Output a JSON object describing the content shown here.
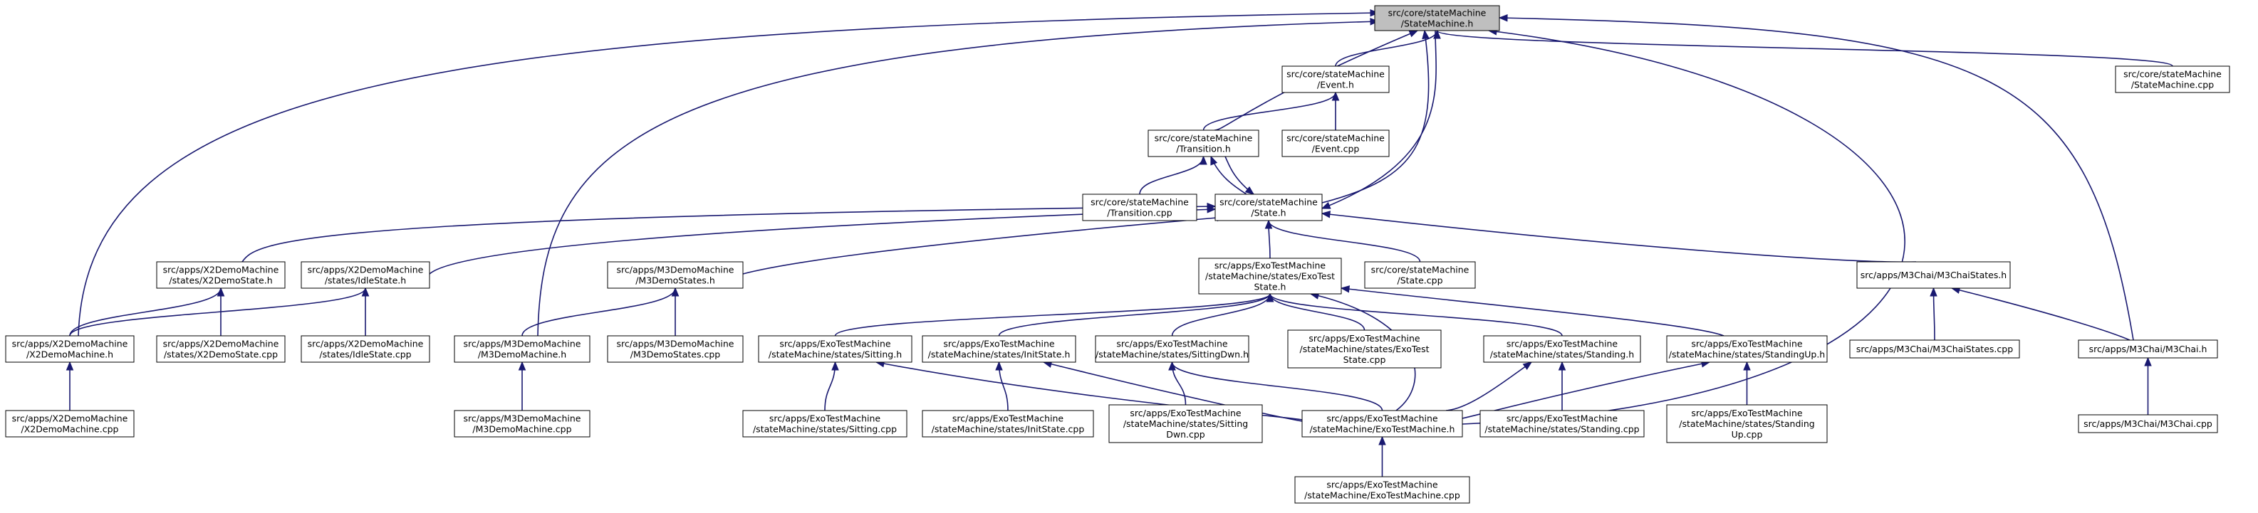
{
  "diagram": {
    "type": "include-dependency-graph",
    "colors": {
      "edge": "#191970",
      "node_border": "#000000",
      "node_fill": "#ffffff",
      "root_fill": "#bfbfbf"
    },
    "nodes": [
      {
        "id": "n0",
        "lines": [
          "src/core/stateMachine",
          "/StateMachine.h"
        ],
        "root": true
      },
      {
        "id": "n1",
        "lines": [
          "src/core/stateMachine",
          "/Event.h"
        ]
      },
      {
        "id": "n2",
        "lines": [
          "src/core/stateMachine",
          "/StateMachine.cpp"
        ]
      },
      {
        "id": "n3",
        "lines": [
          "src/core/stateMachine",
          "/Transition.h"
        ]
      },
      {
        "id": "n4",
        "lines": [
          "src/core/stateMachine",
          "/Event.cpp"
        ]
      },
      {
        "id": "n5",
        "lines": [
          "src/core/stateMachine",
          "/Transition.cpp"
        ]
      },
      {
        "id": "n6",
        "lines": [
          "src/core/stateMachine",
          "/State.h"
        ]
      },
      {
        "id": "n7",
        "lines": [
          "src/apps/X2DemoMachine",
          "/states/X2DemoState.h"
        ]
      },
      {
        "id": "n8",
        "lines": [
          "src/apps/X2DemoMachine",
          "/states/IdleState.h"
        ]
      },
      {
        "id": "n9",
        "lines": [
          "src/apps/M3DemoMachine",
          "/M3DemoStates.h"
        ]
      },
      {
        "id": "n10",
        "lines": [
          "src/apps/ExoTestMachine",
          "/stateMachine/states/ExoTest",
          "State.h"
        ]
      },
      {
        "id": "n11",
        "lines": [
          "src/core/stateMachine",
          "/State.cpp"
        ]
      },
      {
        "id": "n12",
        "lines": [
          "src/apps/M3Chai/M3ChaiStates.h"
        ]
      },
      {
        "id": "n13",
        "lines": [
          "src/apps/X2DemoMachine",
          "/X2DemoMachine.h"
        ]
      },
      {
        "id": "n14",
        "lines": [
          "src/apps/X2DemoMachine",
          "/states/X2DemoState.cpp"
        ]
      },
      {
        "id": "n15",
        "lines": [
          "src/apps/X2DemoMachine",
          "/states/IdleState.cpp"
        ]
      },
      {
        "id": "n16",
        "lines": [
          "src/apps/M3DemoMachine",
          "/M3DemoMachine.h"
        ]
      },
      {
        "id": "n17",
        "lines": [
          "src/apps/M3DemoMachine",
          "/M3DemoStates.cpp"
        ]
      },
      {
        "id": "n18",
        "lines": [
          "src/apps/ExoTestMachine",
          "/stateMachine/states/Sitting.h"
        ]
      },
      {
        "id": "n19",
        "lines": [
          "src/apps/ExoTestMachine",
          "/stateMachine/states/InitState.h"
        ]
      },
      {
        "id": "n20",
        "lines": [
          "src/apps/ExoTestMachine",
          "/stateMachine/states/SittingDwn.h"
        ]
      },
      {
        "id": "n21",
        "lines": [
          "src/apps/ExoTestMachine",
          "/stateMachine/states/ExoTest",
          "State.cpp"
        ]
      },
      {
        "id": "n22",
        "lines": [
          "src/apps/ExoTestMachine",
          "/stateMachine/states/Standing.h"
        ]
      },
      {
        "id": "n23",
        "lines": [
          "src/apps/ExoTestMachine",
          "/stateMachine/states/StandingUp.h"
        ]
      },
      {
        "id": "n24",
        "lines": [
          "src/apps/M3Chai/M3ChaiStates.cpp"
        ]
      },
      {
        "id": "n25",
        "lines": [
          "src/apps/M3Chai/M3Chai.h"
        ]
      },
      {
        "id": "n26",
        "lines": [
          "src/apps/X2DemoMachine",
          "/X2DemoMachine.cpp"
        ]
      },
      {
        "id": "n27",
        "lines": [
          "src/apps/M3DemoMachine",
          "/M3DemoMachine.cpp"
        ]
      },
      {
        "id": "n28",
        "lines": [
          "src/apps/ExoTestMachine",
          "/stateMachine/states/Sitting.cpp"
        ]
      },
      {
        "id": "n29",
        "lines": [
          "src/apps/ExoTestMachine",
          "/stateMachine/states/InitState.cpp"
        ]
      },
      {
        "id": "n30",
        "lines": [
          "src/apps/ExoTestMachine",
          "/stateMachine/states/Sitting",
          "Dwn.cpp"
        ]
      },
      {
        "id": "n31",
        "lines": [
          "src/apps/ExoTestMachine",
          "/stateMachine/ExoTestMachine.h"
        ]
      },
      {
        "id": "n32",
        "lines": [
          "src/apps/ExoTestMachine",
          "/stateMachine/states/Standing.cpp"
        ]
      },
      {
        "id": "n33",
        "lines": [
          "src/apps/ExoTestMachine",
          "/stateMachine/states/Standing",
          "Up.cpp"
        ]
      },
      {
        "id": "n34",
        "lines": [
          "src/apps/M3Chai/M3Chai.cpp"
        ]
      },
      {
        "id": "n35",
        "lines": [
          "src/apps/ExoTestMachine",
          "/stateMachine/ExoTestMachine.cpp"
        ]
      }
    ],
    "edges": [
      [
        "n0",
        "n1"
      ],
      [
        "n0",
        "n2"
      ],
      [
        "n0",
        "n3"
      ],
      [
        "n0",
        "n6"
      ],
      [
        "n0",
        "n13"
      ],
      [
        "n0",
        "n16"
      ],
      [
        "n0",
        "n31"
      ],
      [
        "n0",
        "n25"
      ],
      [
        "n1",
        "n3"
      ],
      [
        "n1",
        "n4"
      ],
      [
        "n3",
        "n5"
      ],
      [
        "n3",
        "n6"
      ],
      [
        "n6",
        "n0"
      ],
      [
        "n6",
        "n3"
      ],
      [
        "n6",
        "n7"
      ],
      [
        "n6",
        "n8"
      ],
      [
        "n6",
        "n9"
      ],
      [
        "n6",
        "n10"
      ],
      [
        "n6",
        "n11"
      ],
      [
        "n6",
        "n12"
      ],
      [
        "n7",
        "n13"
      ],
      [
        "n7",
        "n14"
      ],
      [
        "n8",
        "n13"
      ],
      [
        "n8",
        "n15"
      ],
      [
        "n9",
        "n16"
      ],
      [
        "n9",
        "n17"
      ],
      [
        "n10",
        "n18"
      ],
      [
        "n10",
        "n19"
      ],
      [
        "n10",
        "n20"
      ],
      [
        "n10",
        "n21"
      ],
      [
        "n10",
        "n22"
      ],
      [
        "n10",
        "n23"
      ],
      [
        "n10",
        "n31"
      ],
      [
        "n12",
        "n24"
      ],
      [
        "n12",
        "n25"
      ],
      [
        "n13",
        "n26"
      ],
      [
        "n16",
        "n27"
      ],
      [
        "n18",
        "n28"
      ],
      [
        "n18",
        "n31"
      ],
      [
        "n19",
        "n29"
      ],
      [
        "n19",
        "n31"
      ],
      [
        "n20",
        "n30"
      ],
      [
        "n20",
        "n31"
      ],
      [
        "n22",
        "n32"
      ],
      [
        "n22",
        "n31"
      ],
      [
        "n23",
        "n33"
      ],
      [
        "n23",
        "n31"
      ],
      [
        "n25",
        "n34"
      ],
      [
        "n31",
        "n35"
      ]
    ]
  }
}
